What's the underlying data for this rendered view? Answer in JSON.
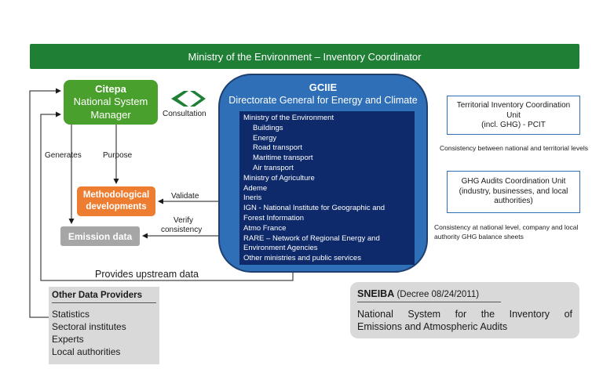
{
  "banner": "Ministry of the Environment – Inventory Coordinator",
  "citepa": {
    "title": "Citepa",
    "line1": "National System",
    "line2": "Manager"
  },
  "consultation": "Consultation",
  "generates": "Generates",
  "purpose": "Purpose",
  "validate": "Validate",
  "verify1": "Verify",
  "verify2": "consistency",
  "methodological": {
    "line1": "Methodological",
    "line2": "developments"
  },
  "emission_data": "Emission data",
  "provides_upstream": "Provides upstream data",
  "gciie": {
    "title": "GCIIE",
    "subtitle": "Directorate General for Energy and Climate",
    "items": [
      "Ministry of the Environment",
      "Buildings",
      "Energy",
      "Road transport",
      "Maritime transport",
      "Air transport",
      "Ministry of Agriculture",
      "Ademe",
      "Ineris",
      "IGN - National Institute for Geographic and",
      "Forest Information",
      "Atmo France",
      "RARE – Network of Regional Energy and",
      "Environment Agencies",
      "Other ministries and public services"
    ]
  },
  "pcit": {
    "line1": "Territorial Inventory Coordination",
    "line2": "Unit",
    "line3": "(incl. GHG) - PCIT"
  },
  "pcit_note": "Consistency between national and territorial levels",
  "ghg": {
    "line1": "GHG Audits Coordination Unit",
    "line2": "(industry, businesses, and local",
    "line3": "authorities)"
  },
  "ghg_note": {
    "line1": "Consistency at national level, company and local",
    "line2": "authority GHG balance sheets"
  },
  "other_providers": {
    "title": "Other Data Providers",
    "items": [
      "Statistics",
      "Sectoral institutes",
      "Experts",
      "Local authorities"
    ]
  },
  "sneiba": {
    "title": "SNEIBA",
    "decree": "(Decree 08/24/2011)",
    "desc_line1": "National System for the Inventory of",
    "desc_line2": "Emissions and Atmospheric Audits"
  },
  "colors": {
    "green_dark": "#1e7f35",
    "green": "#4aa02c",
    "orange": "#ed7d31",
    "blue": "#2e6fb8",
    "navy": "#0e2a6a",
    "grey": "#a6a6a6"
  }
}
